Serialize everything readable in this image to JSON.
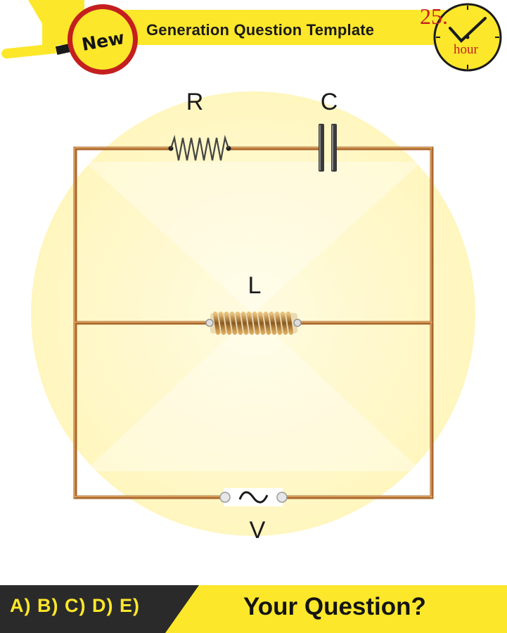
{
  "header": {
    "badge": "New",
    "title": "Generation Question Template",
    "clock_number": "25.",
    "clock_unit": "hour"
  },
  "diagram": {
    "labels": {
      "resistor": "R",
      "capacitor": "C",
      "inductor": "L",
      "source": "V"
    },
    "source_symbol": "~"
  },
  "footer": {
    "options": "A) B) C) D) E)",
    "question": "Your Question?"
  },
  "colors": {
    "header_yellow": "#fde72b",
    "badge_red": "#c41f1f",
    "wire_copper": "#b8773a",
    "background_glow": "#fff8c4",
    "footer_dark": "#2a2a2a"
  }
}
